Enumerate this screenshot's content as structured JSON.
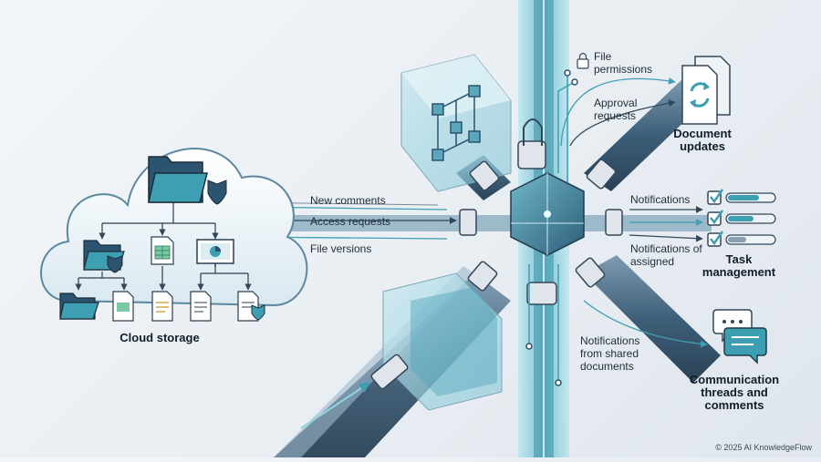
{
  "labels": {
    "new_comments": "New comments",
    "access_requests": "Access requests",
    "file_versions": "File versions",
    "file_permissions": "File permissions",
    "approval_requests": "Approval requests",
    "notifications": "Notifications",
    "notifications_of_assigned": "Notifications of assigned",
    "notifications_shared_docs": "Notifications from shared documents"
  },
  "titles": {
    "cloud_storage": "Cloud storage",
    "document_updates": "Document updates",
    "task_management": "Task management",
    "communication": "Communication threads and comments"
  },
  "footer": {
    "copyright": "© 2025 AI KnowledgeFlow"
  },
  "colors": {
    "teal": "#3e9fb2",
    "dark_blue": "#2c5370",
    "steel": "#4d6b82",
    "light_teal": "#8fd3df",
    "outline": "#33475a"
  },
  "icons": [
    "cloud-icon",
    "folder-icon",
    "shield-icon",
    "spreadsheet-icon",
    "chart-monitor-icon",
    "document-icon",
    "lock-icon",
    "sync-document-icon",
    "checklist-icon",
    "chat-bubbles-icon"
  ]
}
